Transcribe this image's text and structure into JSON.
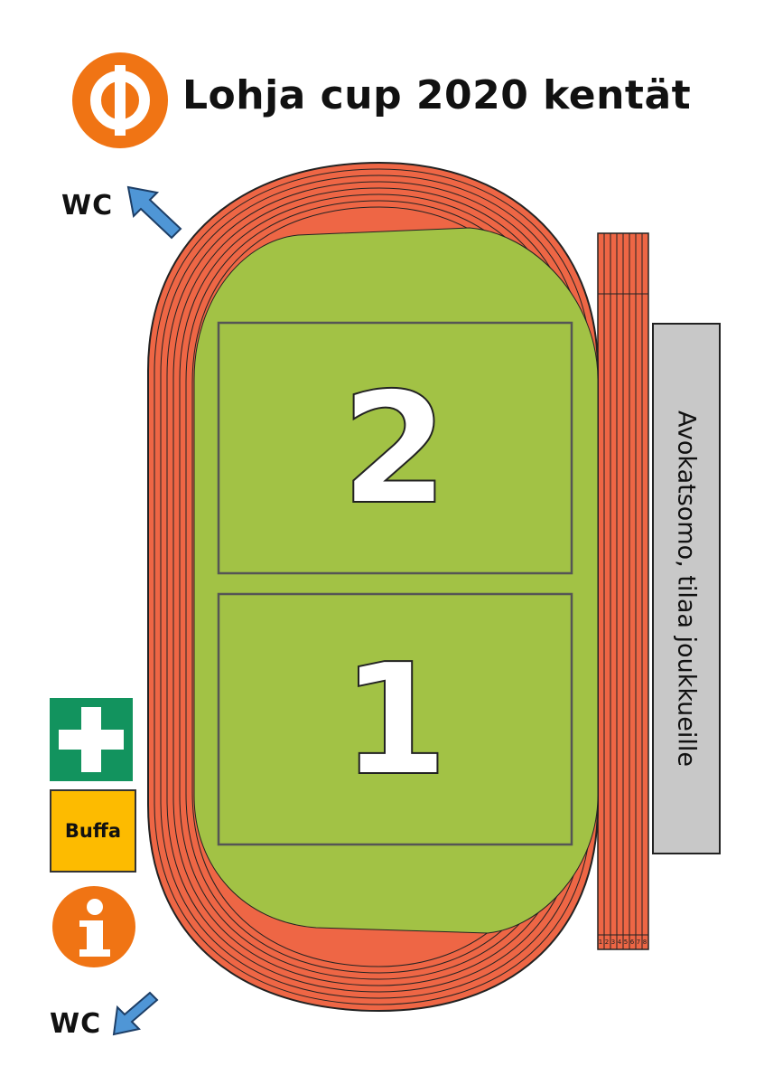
{
  "header": {
    "logo_icon": "op-logo-icon",
    "title": "Lohja cup 2020 kentät"
  },
  "amenities": {
    "wc_top": "WC",
    "wc_bottom": "WC",
    "buffa": "Buffa",
    "first_aid_icon": "first-aid-cross-icon",
    "info_icon": "info-icon",
    "wc_arrow_icon": "arrow-icon"
  },
  "fields": [
    {
      "number": "2"
    },
    {
      "number": "1"
    }
  ],
  "stand": {
    "label": "Avokatsomo, tilaa joukkueille"
  },
  "track": {
    "lane_numbers": [
      "1",
      "2",
      "3",
      "4",
      "5",
      "6",
      "7",
      "8"
    ]
  },
  "colors": {
    "track": "#ee6645",
    "field": "#a2c245",
    "brand_orange": "#f07414",
    "first_aid_green": "#12935e",
    "buffa_yellow": "#fdbb00",
    "stand_gray": "#c8c8c8",
    "arrow_blue": "#4f96d6"
  }
}
